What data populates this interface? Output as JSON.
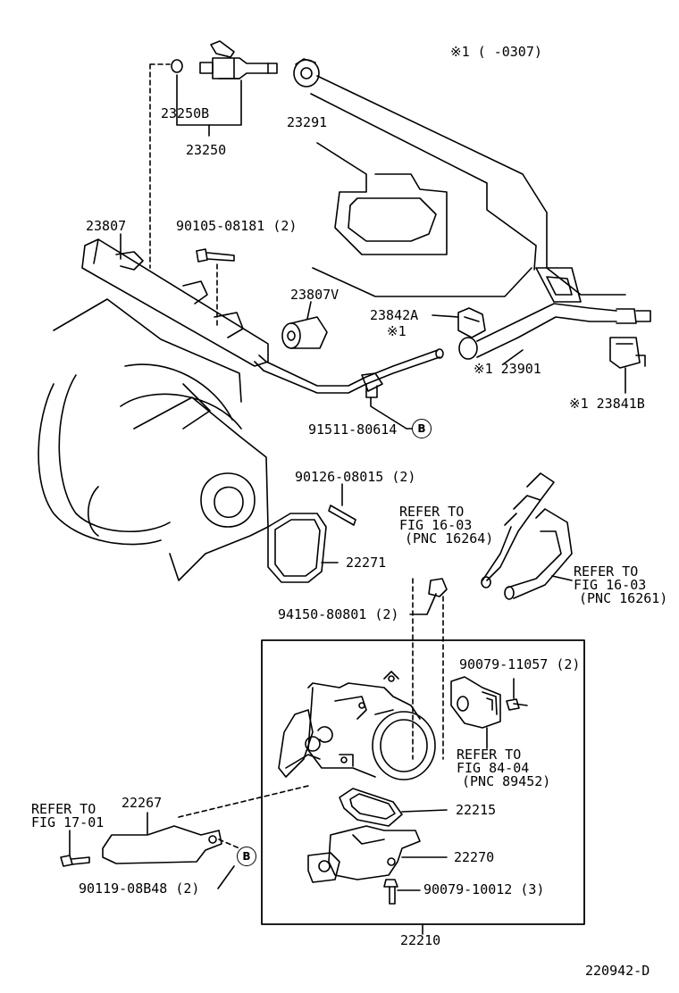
{
  "diagram": {
    "colors": {
      "ink": "#000000",
      "paper": "#ffffff"
    },
    "labels": {
      "note_ref1": "※1 (     -0307)",
      "p23250b": "23250B",
      "p23250": "23250",
      "p23291": "23291",
      "p23807": "23807",
      "p90105": "90105-08181 (2)",
      "p23807v": "23807V",
      "p23842a": "23842A",
      "note_23842a": "※1",
      "p23901": "※1 23901",
      "p23841b": "※1 23841B",
      "p91511": "91511-80614",
      "p90126": "90126-08015 (2)",
      "refer_16264_a": "REFER TO",
      "refer_16264_b": "FIG 16-03",
      "refer_16264_c": "(PNC 16264)",
      "p22271": "22271",
      "refer_16261_a": "REFER TO",
      "refer_16261_b": "FIG 16-03",
      "refer_16261_c": "(PNC 16261)",
      "p94150": "94150-80801 (2)",
      "p90079_11057": "90079-11057 (2)",
      "refer_89452_a": "REFER TO",
      "refer_89452_b": "FIG 84-04",
      "refer_89452_c": "(PNC 89452)",
      "refer_1701_a": "REFER TO",
      "refer_1701_b": "FIG 17-01",
      "p22267": "22267",
      "p22215": "22215",
      "p22270": "22270",
      "p90119": "90119-08B48 (2)",
      "p90079_10012": "90079-10012 (3)",
      "p22210": "22210",
      "callout_b1": "B",
      "callout_b2": "B",
      "figure_code": "220942-D"
    },
    "icons": [
      "fuel-injector-icon",
      "o-ring-icon",
      "insulator-icon",
      "delivery-pipe-icon",
      "bolt-icon",
      "spacer-icon",
      "fuel-hose-icon",
      "clip-icon",
      "bracket-icon",
      "gasket-icon",
      "throttle-body-icon",
      "idle-air-control-valve-icon",
      "throttle-position-sensor-icon",
      "water-hose-icon",
      "intake-manifold-icon",
      "engine-cover-icon"
    ]
  }
}
